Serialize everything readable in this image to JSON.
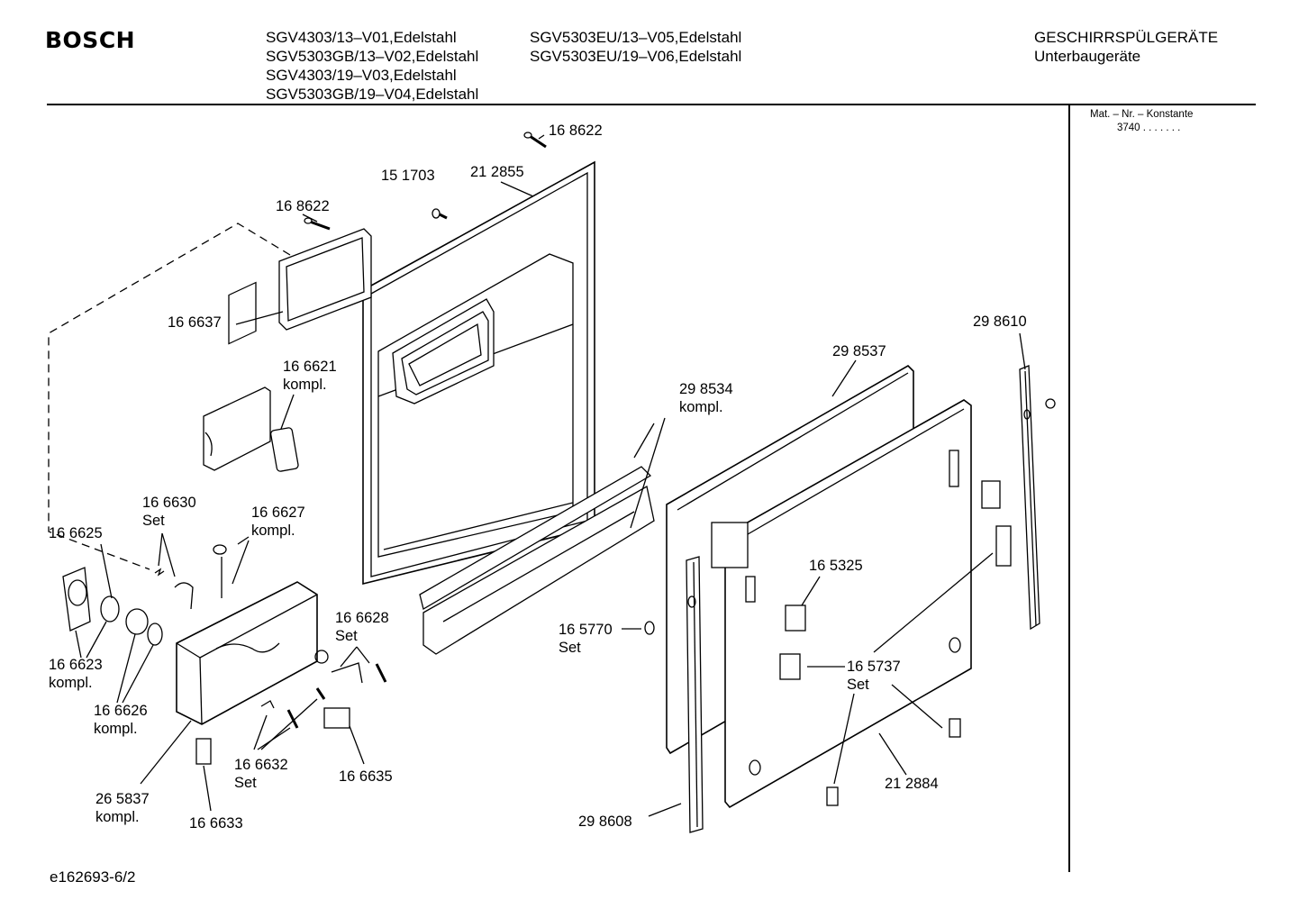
{
  "header": {
    "brand": "BOSCH",
    "models_col1": [
      "SGV4303/13–V01,Edelstahl",
      "SGV5303GB/13–V02,Edelstahl",
      "SGV4303/19–V03,Edelstahl",
      "SGV5303GB/19–V04,Edelstahl"
    ],
    "models_col2": [
      "SGV5303EU/13–V05,Edelstahl",
      "SGV5303EU/19–V06,Edelstahl"
    ],
    "category": "GESCHIRRSPÜLGERÄTE",
    "subcategory": "Unterbaugeräte"
  },
  "sidebar": {
    "mat_label": "Mat. – Nr. – Konstante",
    "mat_value": "3740 . . .  . . . ."
  },
  "footer": {
    "reference": "e162693-6/2"
  },
  "parts": {
    "p168622_top": "16 8622",
    "p151703": "15 1703",
    "p212855": "21 2855",
    "p168622_left": "16 8622",
    "p166637": "16 6637",
    "p166621": [
      "16 6621",
      "kompl."
    ],
    "p298534": [
      "29 8534",
      "kompl."
    ],
    "p298610": "29 8610",
    "p298537": "29 8537",
    "p166630": [
      "16 6630",
      "Set"
    ],
    "p166627": [
      "16 6627",
      "kompl."
    ],
    "p166625": "16 6625",
    "p166628": [
      "16 6628",
      "Set"
    ],
    "p165325": "16 5325",
    "p165770": [
      "16 5770",
      "Set"
    ],
    "p166623": [
      "16 6623",
      "kompl."
    ],
    "p165737": [
      "16 5737",
      "Set"
    ],
    "p166626": [
      "16 6626",
      "kompl."
    ],
    "p166632": [
      "16 6632",
      "Set"
    ],
    "p166635": "16 6635",
    "p212884": "21 2884",
    "p265837": [
      "26 5837",
      "kompl."
    ],
    "p298608": "29 8608",
    "p166633": "16 6633"
  }
}
